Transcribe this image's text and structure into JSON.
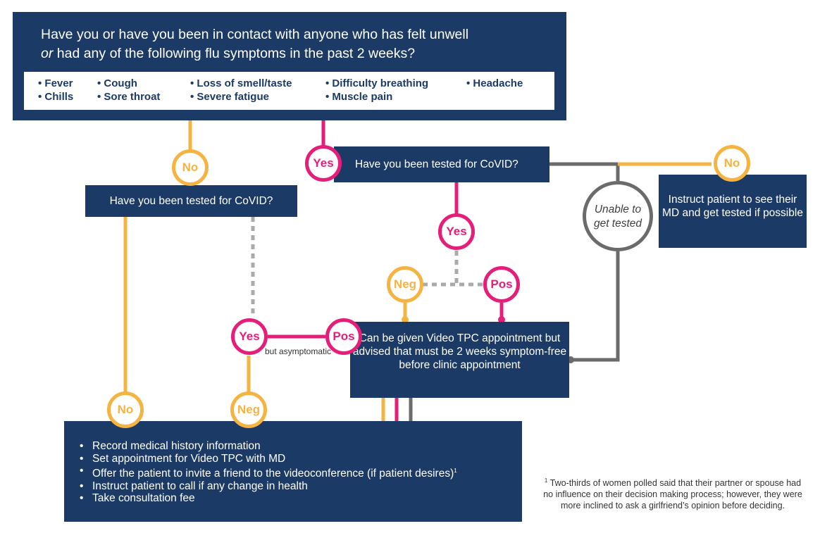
{
  "top_question": {
    "line1": "Have you or have you been in contact with anyone who has felt unwell",
    "line2_em": "or",
    "line2_rest": " had any of the following flu symptoms in the past 2 weeks?"
  },
  "symptoms": [
    "• Fever",
    "• Chills",
    "• Cough",
    "• Sore throat",
    "• Loss of smell/taste",
    "• Severe fatigue",
    "• Difficulty breathing",
    "• Muscle pain",
    "• Headache"
  ],
  "left_question": "Have you been tested for CoVID?",
  "mid_question": "Have you been tested for CoVID?",
  "circles": {
    "no_top_left": "No",
    "yes_top_mid": "Yes",
    "yes_mid": "Yes",
    "neg_mid": "Neg",
    "pos_mid": "Pos",
    "no_right": "No",
    "unable": "Unable to get tested",
    "yes_left": "Yes",
    "pos_left": "Pos",
    "neg_left": "Neg",
    "no_bottom": "No"
  },
  "but_asymptomatic": "but asymptomatic",
  "instruct_box": "Instruct patient to see their MD and get tested if possible",
  "video_box": "Can be given Video TPC appointment but advised that must be 2 weeks symptom-free before clinic appointment",
  "actions": [
    "Record medical history information",
    "Set appointment for Video TPC with MD",
    "Offer the patient to invite a friend to the videoconference (if patient desires)",
    "Instruct patient to call if any change in health",
    "Take consultation fee"
  ],
  "footnote_mark": "1",
  "footnote": "Two-thirds of women polled said that their partner or spouse had no influence on their decision making process; however, they were more inclined to ask a girlfriend’s opinion before deciding.",
  "colors": {
    "navy": "#1c3a66",
    "orange": "#f5b342",
    "pink": "#e51e7a",
    "gray": "#6b6b6b"
  }
}
